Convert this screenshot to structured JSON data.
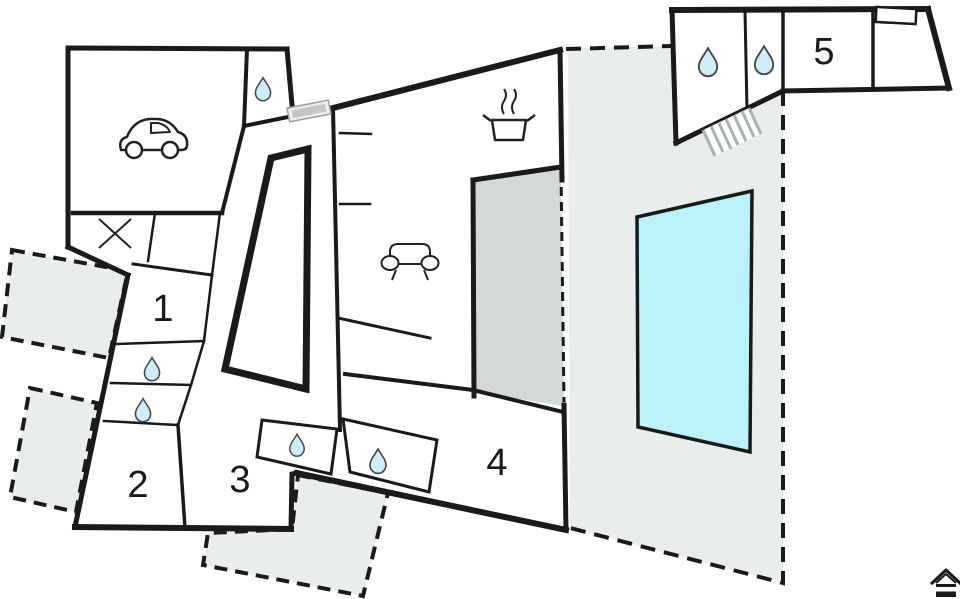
{
  "plan": {
    "title": "floor-plan",
    "rooms": [
      {
        "id": "room-1",
        "label": "1"
      },
      {
        "id": "room-2",
        "label": "2"
      },
      {
        "id": "room-3",
        "label": "3"
      },
      {
        "id": "room-4",
        "label": "4"
      },
      {
        "id": "room-5",
        "label": "5"
      }
    ],
    "colors": {
      "wall": "#1a1a1a",
      "terrace": "#e9edec",
      "porch": "#d3d9d9",
      "pool": "#bbf1f8",
      "pool_border": "#1a1a1a",
      "drop": "#cdeef8",
      "drop_stroke": "#444444",
      "stairs": "#a9b1b1",
      "door": "#c2c8c8",
      "door_frame": "#9aa1a1"
    },
    "icons": [
      {
        "name": "car-icon"
      },
      {
        "name": "cooking-pot-icon"
      },
      {
        "name": "sofa-icon"
      },
      {
        "name": "water-drop-icon",
        "count": 7
      },
      {
        "name": "cross-icon"
      },
      {
        "name": "stairs-icon"
      },
      {
        "name": "window-icon",
        "count": 2
      },
      {
        "name": "house-logo-icon"
      }
    ]
  }
}
